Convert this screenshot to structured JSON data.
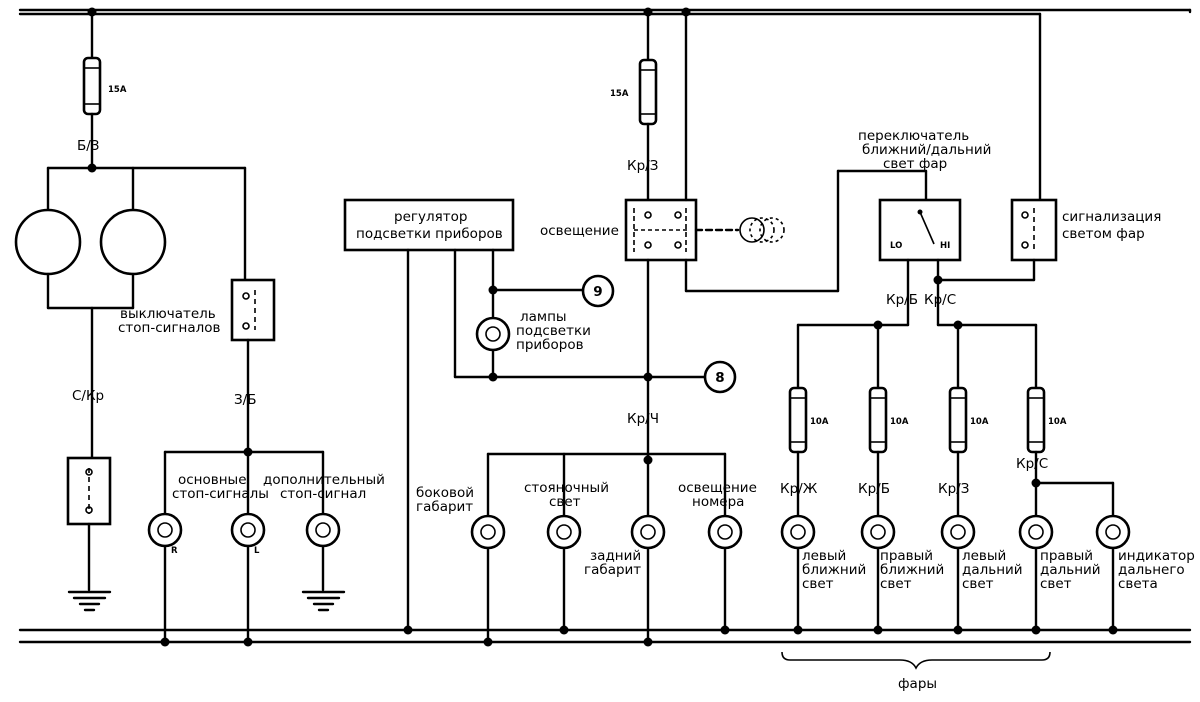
{
  "fuses": {
    "f1": "15A",
    "f2": "15A",
    "f3": "10A",
    "f4": "10A",
    "f5": "10A",
    "f6": "10A"
  },
  "wires": {
    "w_bz": "Б/З",
    "w_skr": "С/Кр",
    "w_zb": "З/Б",
    "w_krz_top": "Кр/З",
    "w_krch": "Кр/Ч",
    "w_krb_top": "Кр/Б",
    "w_krs_top": "Кр/С",
    "w_krzh": "Кр/Ж",
    "w_krb_2": "Кр/Б",
    "w_krz_3": "Кр/З",
    "w_krs_4": "Кр/С"
  },
  "labels": {
    "brake_switch": [
      "выключатель",
      "стоп-сигналов"
    ],
    "main_stop": [
      "основные",
      "стоп-сигналы"
    ],
    "extra_stop": [
      "дополнительный",
      "стоп-сигнал"
    ],
    "dimmer": [
      "регулятор",
      "подсветки приборов"
    ],
    "lighting": "освещение",
    "panel_lamps": [
      "лампы",
      "подсветки",
      "приборов"
    ],
    "side_marker": [
      "боковой",
      "габарит"
    ],
    "parking": [
      "стояночный",
      "свет"
    ],
    "tail": [
      "задний",
      "габарит"
    ],
    "plate": [
      "освещение",
      "номера"
    ],
    "beam_switch": [
      "переключатель",
      "ближний/дальний",
      "свет фар"
    ],
    "flash": [
      "сигнализация",
      "светом фар"
    ],
    "left_low": [
      "левый",
      "ближний",
      "свет"
    ],
    "right_low": [
      "правый",
      "ближний",
      "свет"
    ],
    "left_high": [
      "левый",
      "дальний",
      "свет"
    ],
    "right_high": [
      "правый",
      "дальний",
      "свет"
    ],
    "high_ind": [
      "индикатор",
      "дальнего",
      "света"
    ],
    "headlights": "фары"
  },
  "markers": {
    "m9": "9",
    "m8": "8",
    "lamp_r": "R",
    "lamp_l": "L",
    "sw_lo": "LO",
    "sw_hi": "HI"
  }
}
